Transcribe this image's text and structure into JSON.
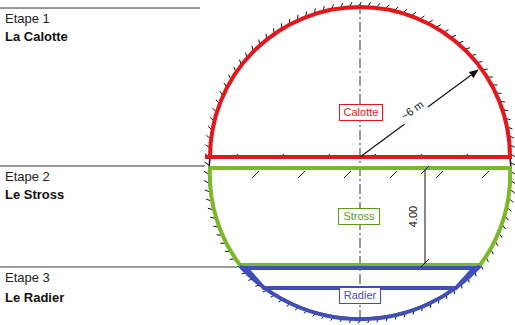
{
  "diagram": {
    "nodes": [
      {
        "text": [
          "Calotte"
        ]
      },
      {
        "text": [
          "Stross"
        ]
      },
      {
        "text": [
          "Radier"
        ]
      }
    ],
    "labels": [
      "Etape 1",
      "La Calotte",
      "~6 m",
      "Etape 2",
      "Le Stross",
      "4.00",
      "Etape 3",
      "Le Radier"
    ]
  }
}
